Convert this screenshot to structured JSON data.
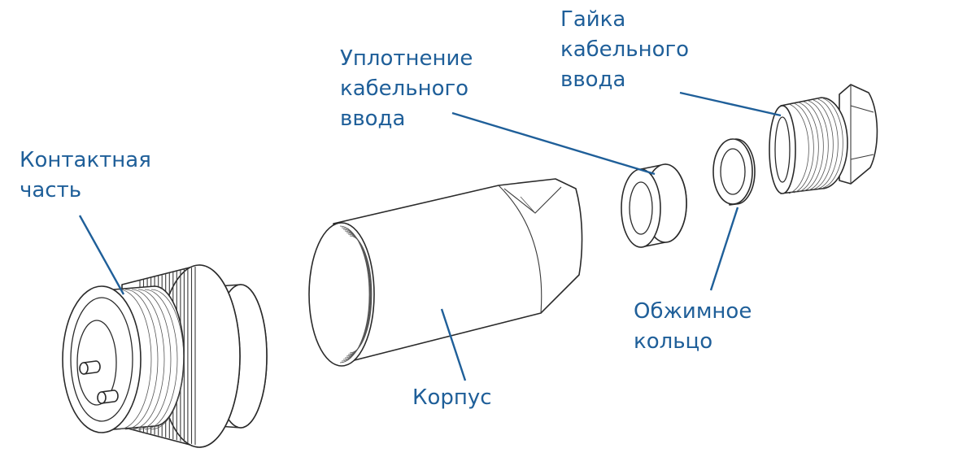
{
  "colors": {
    "label": "#1f5f99",
    "leader": "#1f5f99",
    "outline": "#2a2a2a"
  },
  "parts": {
    "contact": {
      "line1": "Контактная",
      "line2": "часть"
    },
    "body": {
      "line1": "Корпус"
    },
    "seal": {
      "line1": "Уплотнение",
      "line2": "кабельного",
      "line3": "ввода"
    },
    "ring": {
      "line1": "Обжимное",
      "line2": "кольцо"
    },
    "nut": {
      "line1": "Гайка",
      "line2": "кабельного",
      "line3": "ввода"
    }
  }
}
